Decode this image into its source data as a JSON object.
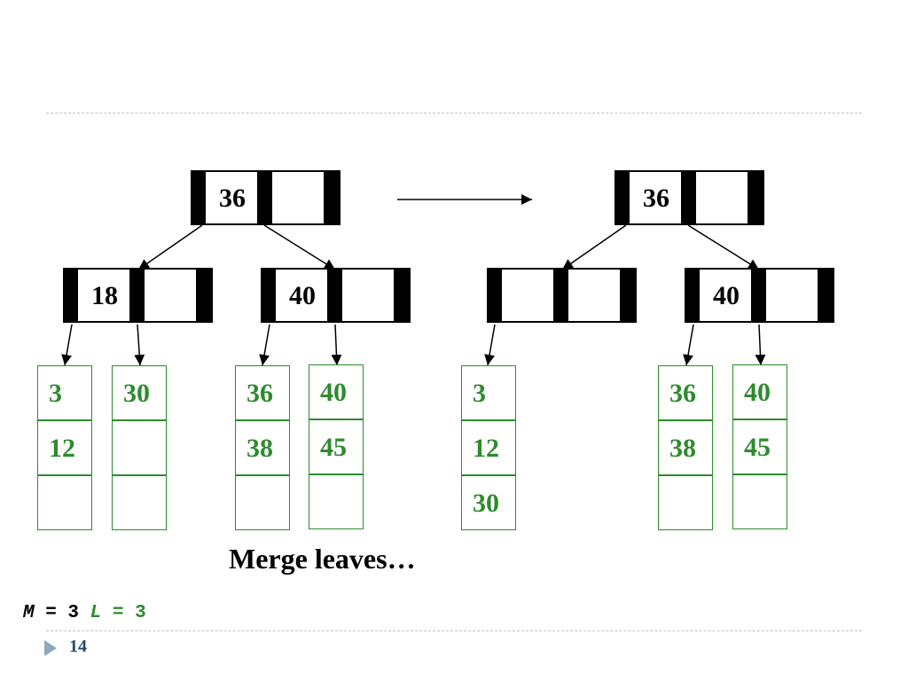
{
  "caption": "Merge leaves…",
  "params": {
    "m_label": "M",
    "m_eq": "= 3",
    "l_label": "L",
    "l_eq": "= 3"
  },
  "page_number": "14",
  "colors": {
    "leaf": "#2e8b2e",
    "node": "#000000",
    "rule": "#b8c4cc"
  },
  "before": {
    "root": [
      "36",
      ""
    ],
    "internal_left": [
      "18",
      ""
    ],
    "internal_right": [
      "40",
      ""
    ],
    "leaves": [
      [
        "3",
        "12",
        ""
      ],
      [
        "30",
        "",
        ""
      ],
      [
        "36",
        "38",
        ""
      ],
      [
        "40",
        "45",
        ""
      ]
    ]
  },
  "after": {
    "root": [
      "36",
      ""
    ],
    "internal_left": [
      "",
      ""
    ],
    "internal_right": [
      "40",
      ""
    ],
    "leaves": [
      [
        "3",
        "12",
        "30"
      ],
      [
        "36",
        "38",
        ""
      ],
      [
        "40",
        "45",
        ""
      ]
    ]
  }
}
